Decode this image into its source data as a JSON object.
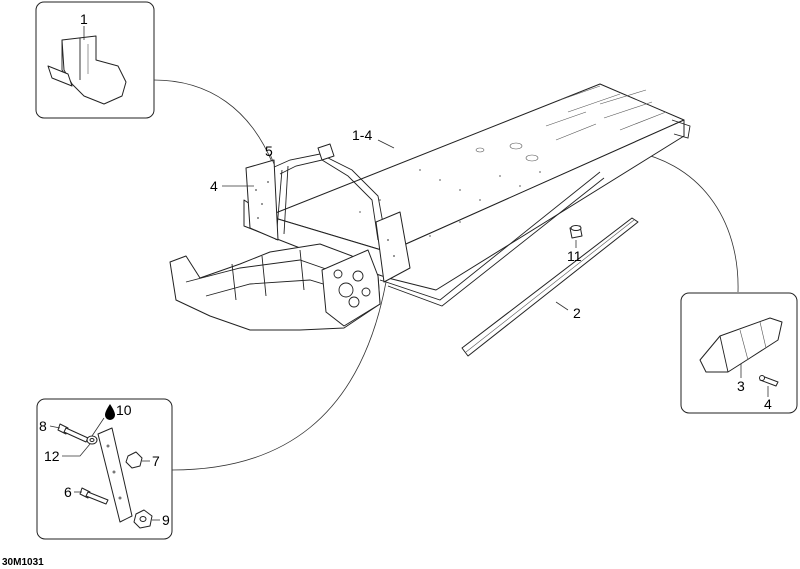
{
  "callouts": {
    "c1": "1",
    "c1_4": "1-4",
    "c2": "2",
    "c3": "3",
    "c4_right": "4",
    "c4_left": "4",
    "c5": "5",
    "c6": "6",
    "c7": "7",
    "c8": "8",
    "c9": "9",
    "c10": "10",
    "c11": "11",
    "c12": "12"
  },
  "figure_id": "30M1031",
  "icons": {
    "drop": "oil-drop-icon"
  }
}
